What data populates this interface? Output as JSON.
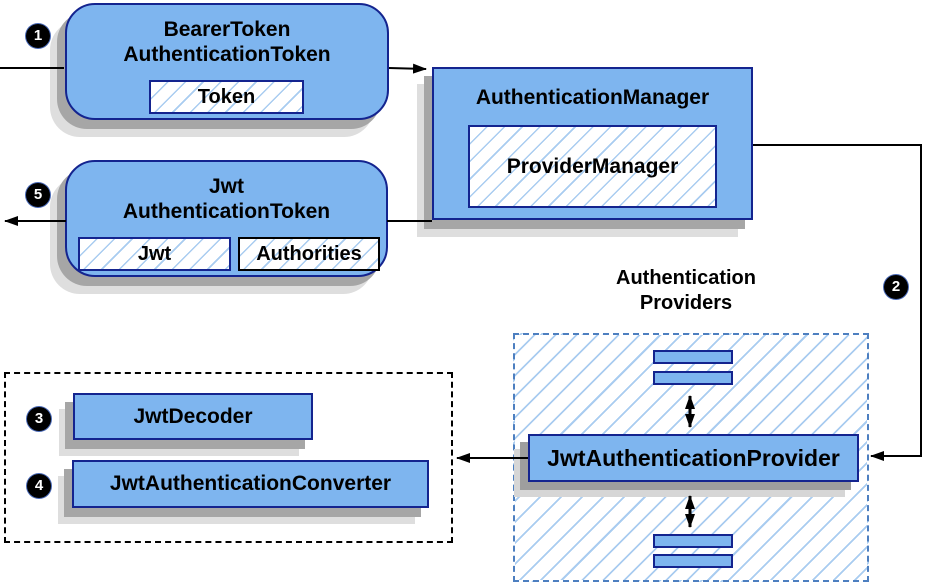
{
  "diagram": {
    "badges": {
      "b1": "1",
      "b2": "2",
      "b3": "3",
      "b4": "4",
      "b5": "5"
    },
    "bearer_token_box": {
      "title_line1": "BearerToken",
      "title_line2": "AuthenticationToken",
      "chip": "Token"
    },
    "authentication_manager_box": {
      "title": "AuthenticationManager",
      "chip": "ProviderManager"
    },
    "jwt_token_box": {
      "title_line1": "Jwt",
      "title_line2": "AuthenticationToken",
      "chip_jwt": "Jwt",
      "chip_authorities": "Authorities"
    },
    "decoder_group": {
      "jwt_decoder": "JwtDecoder",
      "jwt_authentication_converter": "JwtAuthenticationConverter"
    },
    "providers_group": {
      "label_line1": "Authentication",
      "label_line2": "Providers",
      "provider": "JwtAuthenticationProvider"
    },
    "colors": {
      "box_fill": "#7eb5ef",
      "box_border": "#14248f",
      "hatch_line": "#a9ccf0",
      "providers_dash_border": "#4d7fc0",
      "shadow_dark": "#a6a6a6",
      "shadow_light": "#dedede",
      "arrow": "#000000"
    }
  }
}
